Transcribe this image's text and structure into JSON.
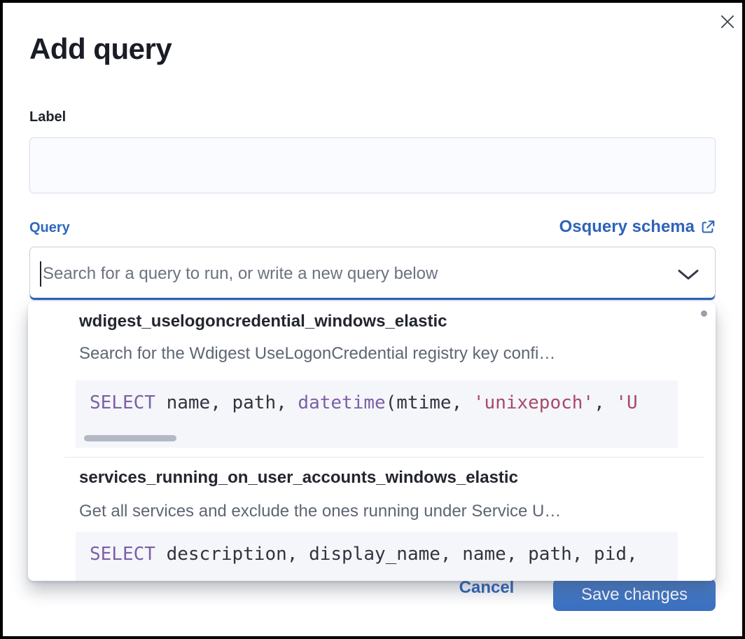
{
  "modal": {
    "title": "Add query"
  },
  "form": {
    "label_field": {
      "label": "Label",
      "value": ""
    },
    "query_field": {
      "label": "Query",
      "schema_link_label": "Osquery schema",
      "search_placeholder": "Search for a query to run, or write a new query below",
      "search_value": ""
    }
  },
  "dropdown": {
    "options": [
      {
        "id": "wdigest_uselogoncredential_windows_elastic",
        "description": "Search for the Wdigest UseLogonCredential registry key confi…",
        "code_tokens": [
          {
            "text": "SELECT",
            "type": "keyword"
          },
          {
            "text": " name, path, ",
            "type": "plain"
          },
          {
            "text": "datetime",
            "type": "keyword"
          },
          {
            "text": "(mtime, ",
            "type": "plain"
          },
          {
            "text": "'unixepoch'",
            "type": "string"
          },
          {
            "text": ", ",
            "type": "plain"
          },
          {
            "text": "'U",
            "type": "string"
          }
        ]
      },
      {
        "id": "services_running_on_user_accounts_windows_elastic",
        "description": "Get all services and exclude the ones running under Service U…",
        "code_tokens": [
          {
            "text": "SELECT",
            "type": "keyword"
          },
          {
            "text": " description, display_name, name, path, pid,",
            "type": "plain"
          }
        ]
      }
    ]
  },
  "footer": {
    "cancel_label": "Cancel",
    "save_label": "Save changes"
  },
  "icons": {
    "close": "x-cross",
    "external_link": "box-arrow-up-right",
    "chevron": "chevron-down"
  },
  "colors": {
    "link_blue": "#2e63b9",
    "primary_button": "#3b73c3",
    "focus_underline": "#2b63b7",
    "code_keyword": "#7d5fa8",
    "code_string": "#a84968",
    "code_plain": "#32353f",
    "code_background": "#f4f6fa",
    "text_dark": "#1a1d25",
    "text_muted": "#5e6673"
  }
}
